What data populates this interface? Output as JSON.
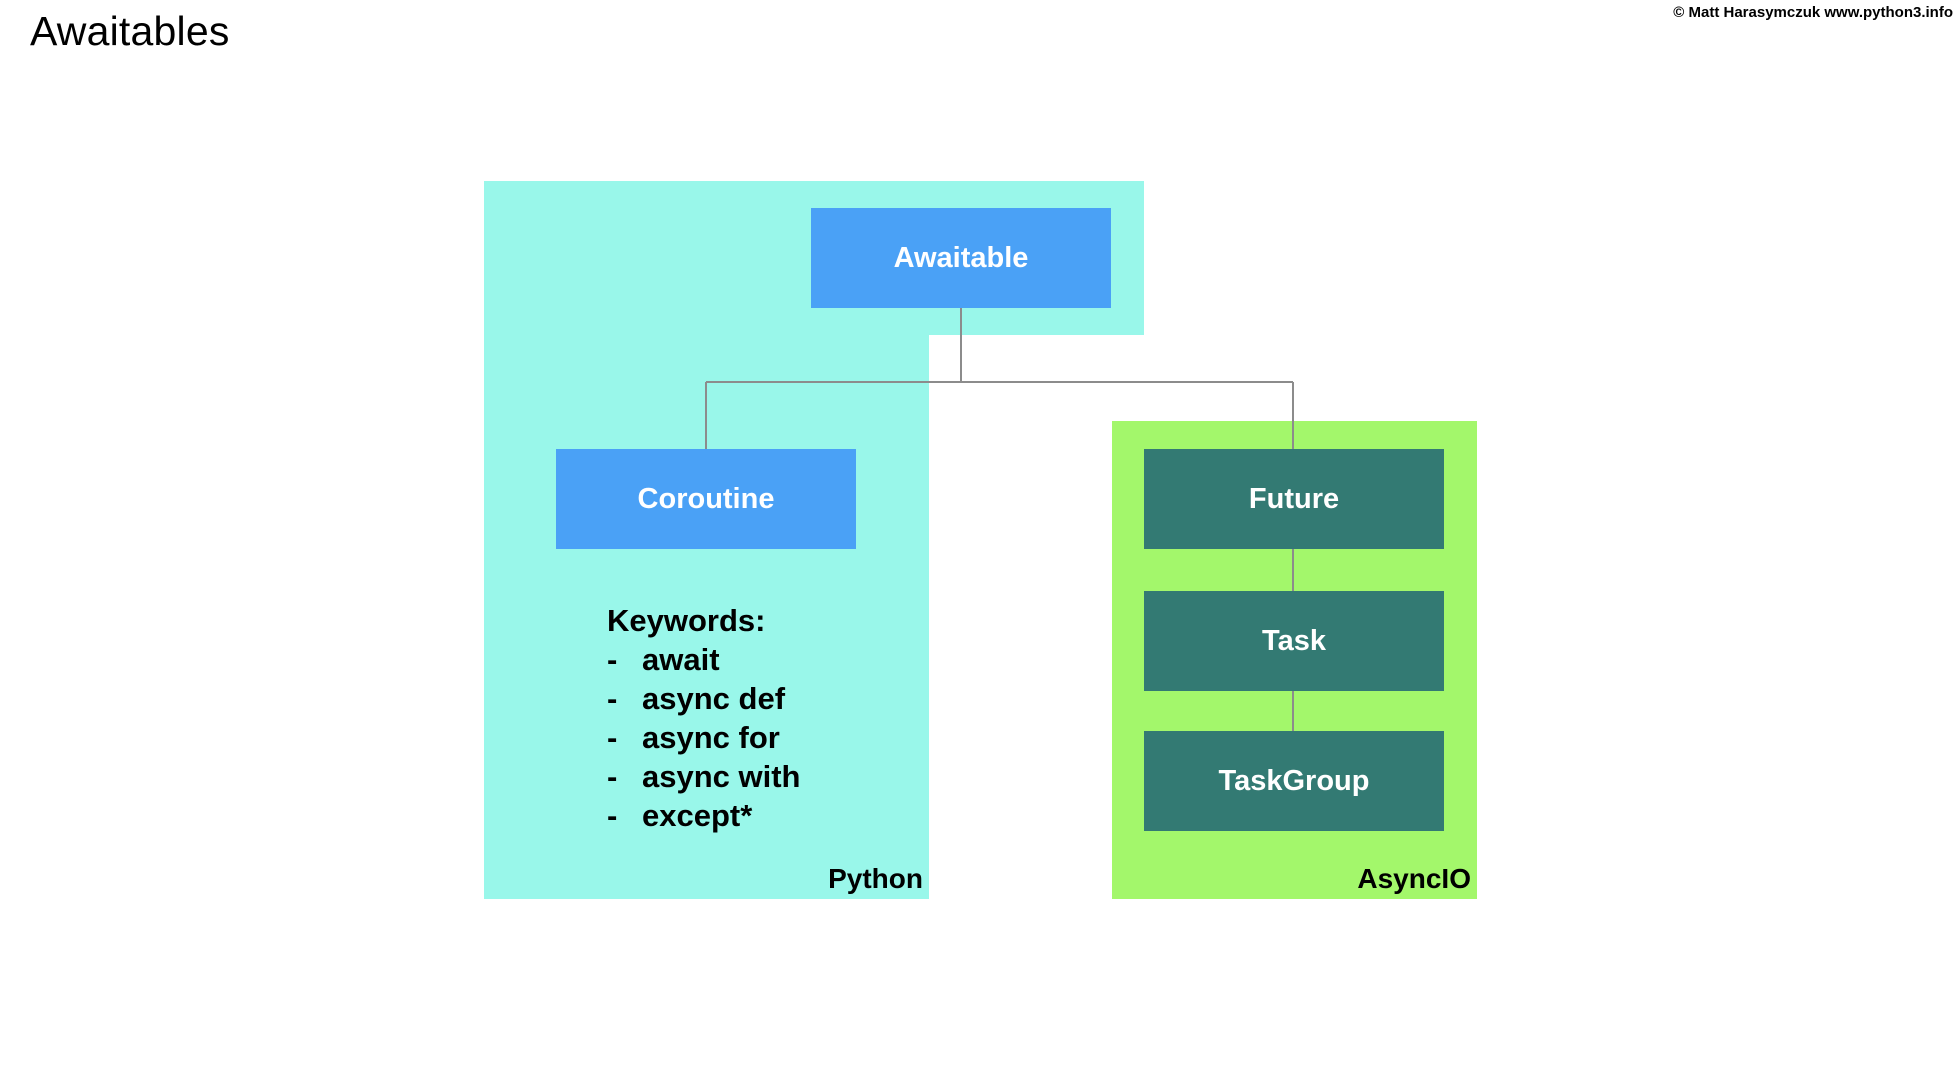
{
  "header": {
    "title": "Awaitables",
    "copyright": "© Matt Harasymczuk www.python3.info"
  },
  "colors": {
    "python_region": "#99f7ea",
    "asyncio_region": "#a3f76b",
    "python_node": "#4aa1f6",
    "asyncio_node": "#337a73",
    "connector": "#8c8c8c"
  },
  "regions": {
    "python": {
      "label": "Python"
    },
    "asyncio": {
      "label": "AsyncIO"
    }
  },
  "nodes": {
    "awaitable": "Awaitable",
    "coroutine": "Coroutine",
    "future": "Future",
    "task": "Task",
    "taskgroup": "TaskGroup"
  },
  "keywords": {
    "title": "Keywords:",
    "dash": "-",
    "items": [
      "await",
      "async def",
      "async for",
      "async with",
      "except*"
    ]
  }
}
